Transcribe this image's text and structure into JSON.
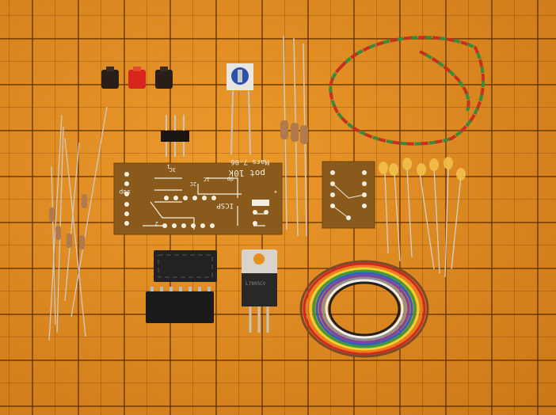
{
  "pcb_main": {
    "label_date": "Mars 7-06",
    "label_pot": "pot 10k",
    "label_icsp": "ICSP",
    "label_2c": "2C",
    "label_1c": "1C",
    "label_3c": "3C",
    "label_dp": "dp",
    "label_sep": "sep",
    "label_pin1": "1",
    "label_pin2": "2",
    "label_plus": "+"
  },
  "regulator": {
    "marking": "L7805CV"
  },
  "colors": {
    "background": "#e68e1f",
    "pcb": "#8a5a1c",
    "silk": "#f3efe0"
  }
}
